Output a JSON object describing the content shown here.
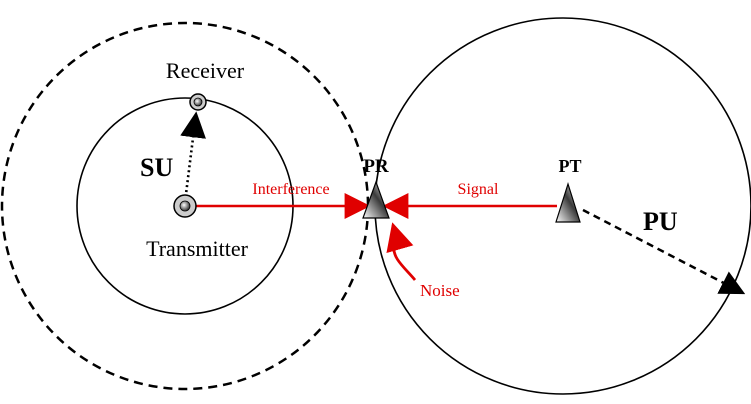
{
  "labels": {
    "receiver": "Receiver",
    "su": "SU",
    "transmitter": "Transmitter",
    "interference": "Interference",
    "pr": "PR",
    "signal": "Signal",
    "pt": "PT",
    "pu": "PU",
    "noise": "Noise"
  },
  "colors": {
    "stroke": "#000000",
    "accent": "#e00000",
    "node_fill_light": "#ffffff",
    "node_fill_dark": "#3a3a3a"
  },
  "icons": {
    "transmitter_node": "concentric-circle-node",
    "receiver_node": "concentric-circle-node",
    "pr_node": "triangle-node",
    "pt_node": "triangle-node"
  }
}
